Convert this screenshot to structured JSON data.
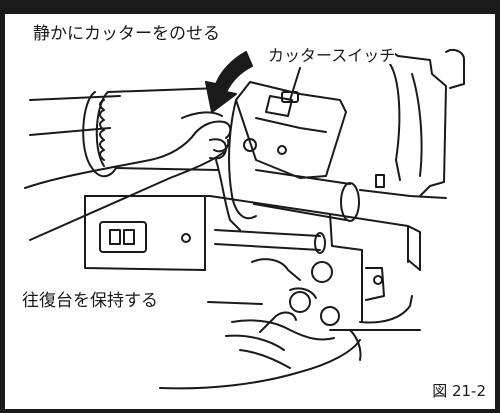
{
  "labels": {
    "place_cutter_gently": "静かにカッターをのせる",
    "cutter_switch": "カッタースイッチ",
    "hold_carriage": "往復台を保持する",
    "figure_number": "図 21-2"
  },
  "colors": {
    "line": "#1a1a1a",
    "background": "#ffffff",
    "border": "#1a1a1a"
  }
}
